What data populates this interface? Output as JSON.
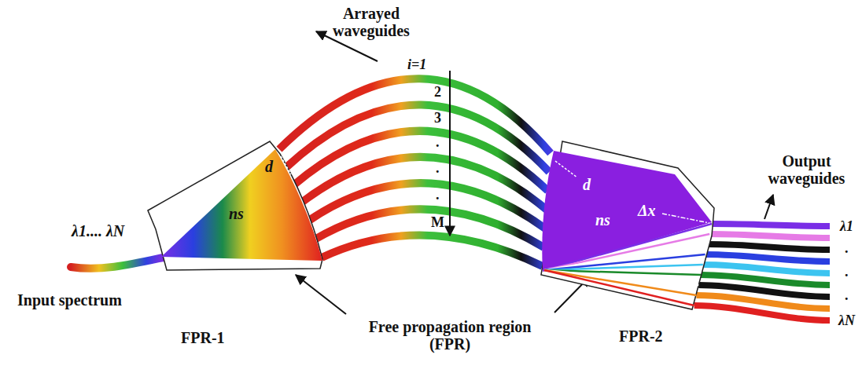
{
  "diagram": {
    "nodes": [
      {
        "text": [
          "d",
          "ns",
          "FPR-1"
        ]
      },
      {
        "text": [
          "d",
          "ns",
          "Δx",
          "FPR-2"
        ]
      }
    ],
    "labels": [
      "Arrayed waveguides",
      "i=1",
      "2",
      "3",
      ".",
      ".",
      ".",
      "M",
      "λ1.... λN",
      "Input spectrum",
      "Free propagation region (FPR)",
      "Output waveguides",
      "λ1",
      ".",
      ".",
      ".",
      "λN"
    ]
  }
}
